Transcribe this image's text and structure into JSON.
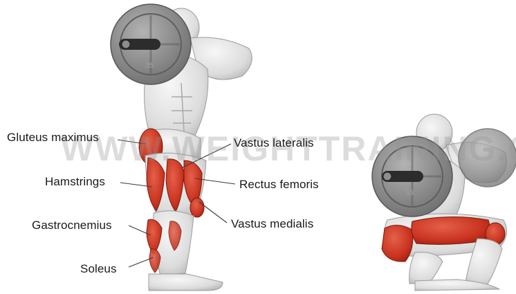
{
  "labels": {
    "gluteus_maximus": "Gluteus maximus",
    "hamstrings": "Hamstrings",
    "gastrocnemius": "Gastrocnemius",
    "soleus": "Soleus",
    "vastus_lateralis": "Vastus lateralis",
    "rectus_femoris": "Rectus femoris",
    "vastus_medialis": "Vastus medialis"
  },
  "watermark": "WWW.WEIGHTTRAINING.COM",
  "plate_weight": "35",
  "colors": {
    "muscle": "#c8321e",
    "skin": "#e6e6e6",
    "plate": "#8a8a8a",
    "label_text": "#1a1a1a"
  }
}
